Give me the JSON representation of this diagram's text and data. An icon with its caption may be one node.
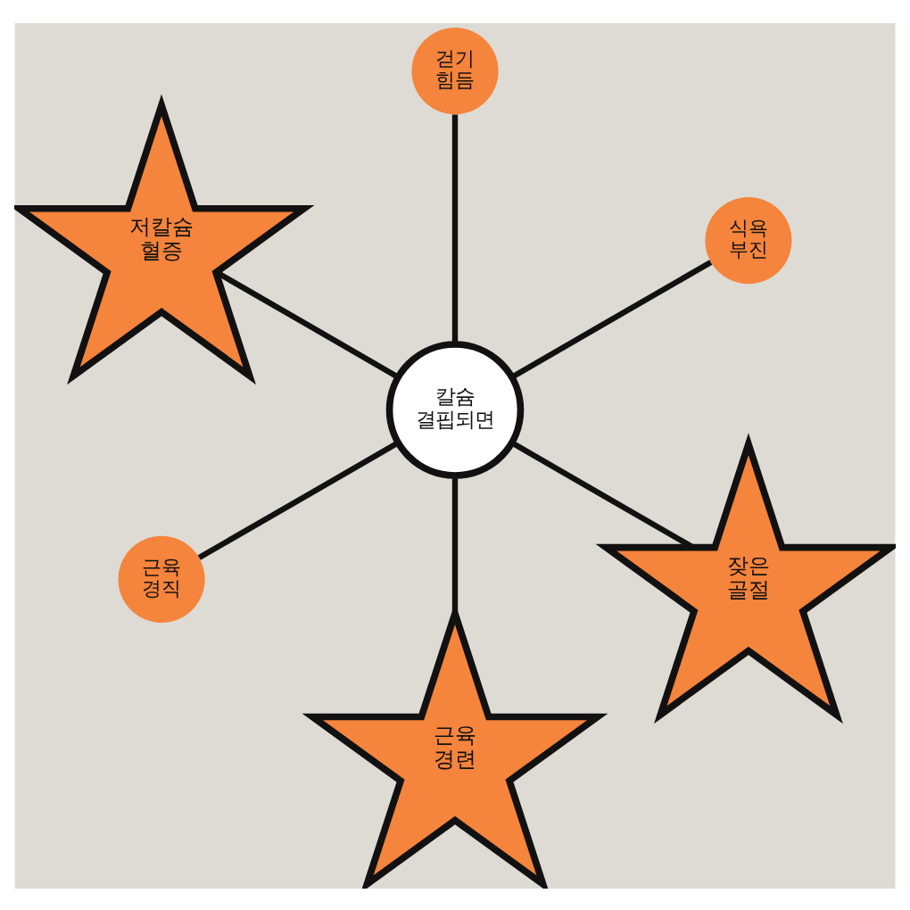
{
  "diagram": {
    "nodes": [
      {
        "text": [
          "칼슘 결핍되면"
        ]
      },
      {
        "text": [
          "걷기 힘듬"
        ]
      },
      {
        "text": [
          "식욕 부진"
        ]
      },
      {
        "text": [
          "잦은 골절"
        ]
      },
      {
        "text": [
          "근육 경련"
        ]
      },
      {
        "text": [
          "근육 경직"
        ]
      },
      {
        "text": [
          "저칼슘 혈증"
        ]
      }
    ],
    "edges": [
      {
        "from": 0,
        "to": 1,
        "arrow": "none"
      },
      {
        "from": 0,
        "to": 2,
        "arrow": "none"
      },
      {
        "from": 0,
        "to": 3,
        "arrow": "none"
      },
      {
        "from": 0,
        "to": 4,
        "arrow": "none"
      },
      {
        "from": 0,
        "to": 5,
        "arrow": "none"
      },
      {
        "from": 0,
        "to": 6,
        "arrow": "none"
      }
    ]
  }
}
